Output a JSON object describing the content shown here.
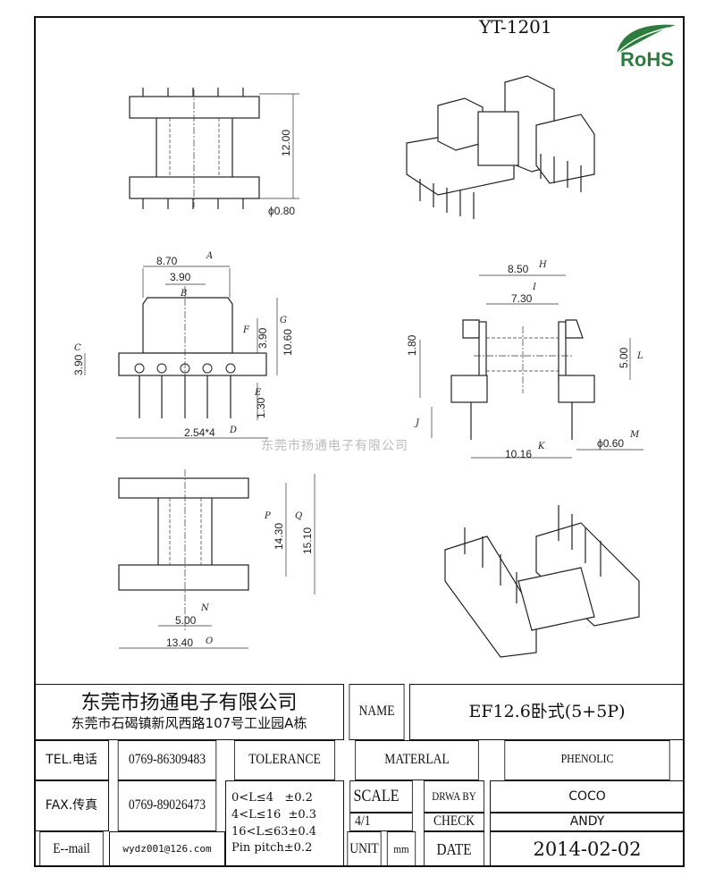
{
  "header": {
    "model": "YT-1201",
    "logo_text": "RoHS"
  },
  "watermark": "东莞市扬通电子有限公司",
  "views": {
    "top": {
      "length": "12.00",
      "pin_dia": "ϕ0.80"
    },
    "front": {
      "A": "8.70",
      "A_letter": "A",
      "B": "3.90",
      "B_letter": "B",
      "C": "3.90",
      "C_letter": "C",
      "D": "2.54*4",
      "D_letter": "D",
      "E": "1.30",
      "E_letter": "E",
      "F": "3.90",
      "F_letter": "F",
      "G": "10.60",
      "G_letter": "G"
    },
    "side": {
      "H": "8.50",
      "H_letter": "H",
      "I": "7.30",
      "I_letter": "I",
      "h1": "1.80",
      "J_letter": "J",
      "K": "10.16",
      "K_letter": "K",
      "L": "5.00",
      "L_letter": "L",
      "M": "ϕ0.60",
      "M_letter": "M"
    },
    "bottom": {
      "N": "5.00",
      "N_letter": "N",
      "O": "13.40",
      "O_letter": "O",
      "P": "14.30",
      "P_letter": "P",
      "Q": "15.10",
      "Q_letter": "Q"
    }
  },
  "title_block": {
    "company": "东莞市扬通电子有限公司",
    "address": "东莞市石碣镇新风西路107号工业园A栋",
    "name_label": "NAME",
    "name_value": "EF12.6卧式(5+5P)",
    "tel_label": "TEL.电话",
    "tel_value": "0769-86309483",
    "fax_label": "FAX.传真",
    "fax_value": "0769-89026473",
    "email_label": "E--mail",
    "email_value": "wydz001@126.com",
    "tolerance_label": "TOLERANCE",
    "tolerances": [
      "0<L≤4   ±0.2",
      "4<L≤16  ±0.3",
      "16<L≤63±0.4",
      "Pin pitch±0.2"
    ],
    "material_label": "MATERLAL",
    "material_value": "PHENOLIC",
    "scale_label": "SCALE",
    "scale_value": "4/1",
    "drawn_label": "DRWA BY",
    "drawn_value": "COCO",
    "check_label": "CHECK",
    "check_value": "ANDY",
    "unit_label": "UNIT",
    "unit_value": "mm",
    "date_label": "DATE",
    "date_value": "2014-02-02"
  }
}
